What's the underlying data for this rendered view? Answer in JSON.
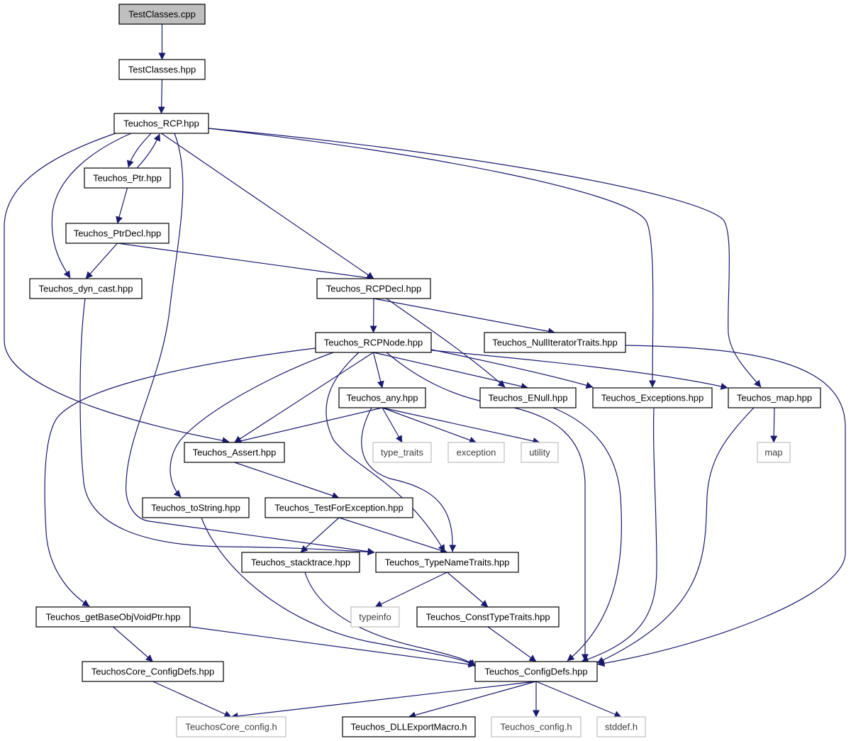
{
  "nodes": [
    {
      "id": "testclasses_cpp",
      "label": "TestClasses.cpp",
      "style": "root"
    },
    {
      "id": "testclasses_hpp",
      "label": "TestClasses.hpp",
      "style": "normal"
    },
    {
      "id": "rcp",
      "label": "Teuchos_RCP.hpp",
      "style": "normal"
    },
    {
      "id": "ptr",
      "label": "Teuchos_Ptr.hpp",
      "style": "normal"
    },
    {
      "id": "ptrdecl",
      "label": "Teuchos_PtrDecl.hpp",
      "style": "normal"
    },
    {
      "id": "dyncast",
      "label": "Teuchos_dyn_cast.hpp",
      "style": "normal"
    },
    {
      "id": "rcpdecl",
      "label": "Teuchos_RCPDecl.hpp",
      "style": "normal"
    },
    {
      "id": "rcpnode",
      "label": "Teuchos_RCPNode.hpp",
      "style": "normal"
    },
    {
      "id": "nulliter",
      "label": "Teuchos_NullIteratorTraits.hpp",
      "style": "normal"
    },
    {
      "id": "any",
      "label": "Teuchos_any.hpp",
      "style": "normal"
    },
    {
      "id": "enull",
      "label": "Teuchos_ENull.hpp",
      "style": "normal"
    },
    {
      "id": "exceptions",
      "label": "Teuchos_Exceptions.hpp",
      "style": "normal"
    },
    {
      "id": "map_hpp",
      "label": "Teuchos_map.hpp",
      "style": "normal"
    },
    {
      "id": "assert",
      "label": "Teuchos_Assert.hpp",
      "style": "normal"
    },
    {
      "id": "type_traits",
      "label": "type_traits",
      "style": "external"
    },
    {
      "id": "exception",
      "label": "exception",
      "style": "external"
    },
    {
      "id": "utility",
      "label": "utility",
      "style": "external"
    },
    {
      "id": "map",
      "label": "map",
      "style": "external"
    },
    {
      "id": "tostring",
      "label": "Teuchos_toString.hpp",
      "style": "normal"
    },
    {
      "id": "testforexc",
      "label": "Teuchos_TestForException.hpp",
      "style": "normal"
    },
    {
      "id": "stacktrace",
      "label": "Teuchos_stacktrace.hpp",
      "style": "normal"
    },
    {
      "id": "typenametraits",
      "label": "Teuchos_TypeNameTraits.hpp",
      "style": "normal"
    },
    {
      "id": "typeinfo",
      "label": "typeinfo",
      "style": "external"
    },
    {
      "id": "getbaseobj",
      "label": "Teuchos_getBaseObjVoidPtr.hpp",
      "style": "normal"
    },
    {
      "id": "consttypetraits",
      "label": "Teuchos_ConstTypeTraits.hpp",
      "style": "normal"
    },
    {
      "id": "coreconfigdefs",
      "label": "TeuchosCore_ConfigDefs.hpp",
      "style": "normal"
    },
    {
      "id": "configdefs",
      "label": "Teuchos_ConfigDefs.hpp",
      "style": "normal"
    },
    {
      "id": "coreconfig_h",
      "label": "TeuchosCore_config.h",
      "style": "external"
    },
    {
      "id": "dllexport",
      "label": "Teuchos_DLLExportMacro.h",
      "style": "normal"
    },
    {
      "id": "config_h",
      "label": "Teuchos_config.h",
      "style": "external"
    },
    {
      "id": "stddef",
      "label": "stddef.h",
      "style": "external"
    }
  ],
  "edges": [
    [
      "testclasses_cpp",
      "testclasses_hpp"
    ],
    [
      "testclasses_hpp",
      "rcp"
    ],
    [
      "rcp",
      "ptr"
    ],
    [
      "ptr",
      "rcp"
    ],
    [
      "rcp",
      "dyncast"
    ],
    [
      "rcp",
      "assert"
    ],
    [
      "rcp",
      "typenametraits"
    ],
    [
      "rcp",
      "rcpdecl"
    ],
    [
      "rcp",
      "exceptions"
    ],
    [
      "rcp",
      "map_hpp"
    ],
    [
      "ptr",
      "ptrdecl"
    ],
    [
      "ptrdecl",
      "dyncast"
    ],
    [
      "ptrdecl",
      "rcpdecl"
    ],
    [
      "dyncast",
      "typenametraits"
    ],
    [
      "rcpdecl",
      "rcpnode"
    ],
    [
      "rcpdecl",
      "nulliter"
    ],
    [
      "rcpdecl",
      "enull"
    ],
    [
      "nulliter",
      "configdefs"
    ],
    [
      "rcpnode",
      "getbaseobj"
    ],
    [
      "rcpnode",
      "tostring"
    ],
    [
      "rcpnode",
      "assert"
    ],
    [
      "rcpnode",
      "typenametraits"
    ],
    [
      "rcpnode",
      "any"
    ],
    [
      "rcpnode",
      "configdefs"
    ],
    [
      "rcpnode",
      "enull"
    ],
    [
      "rcpnode",
      "exceptions"
    ],
    [
      "rcpnode",
      "map_hpp"
    ],
    [
      "any",
      "assert"
    ],
    [
      "any",
      "typenametraits"
    ],
    [
      "any",
      "type_traits"
    ],
    [
      "any",
      "exception"
    ],
    [
      "any",
      "utility"
    ],
    [
      "enull",
      "configdefs"
    ],
    [
      "exceptions",
      "configdefs"
    ],
    [
      "map_hpp",
      "map"
    ],
    [
      "map_hpp",
      "configdefs"
    ],
    [
      "assert",
      "testforexc"
    ],
    [
      "tostring",
      "configdefs"
    ],
    [
      "testforexc",
      "stacktrace"
    ],
    [
      "testforexc",
      "typenametraits"
    ],
    [
      "stacktrace",
      "configdefs"
    ],
    [
      "typenametraits",
      "typeinfo"
    ],
    [
      "typenametraits",
      "consttypetraits"
    ],
    [
      "getbaseobj",
      "coreconfigdefs"
    ],
    [
      "getbaseobj",
      "configdefs"
    ],
    [
      "consttypetraits",
      "configdefs"
    ],
    [
      "coreconfigdefs",
      "coreconfig_h"
    ],
    [
      "configdefs",
      "coreconfig_h"
    ],
    [
      "configdefs",
      "dllexport"
    ],
    [
      "configdefs",
      "config_h"
    ],
    [
      "configdefs",
      "stddef"
    ]
  ],
  "colors": {
    "edge": "#191970",
    "root_fill": "#bfbfbf",
    "external_border": "#bfbfbf",
    "node_border": "#000000"
  }
}
